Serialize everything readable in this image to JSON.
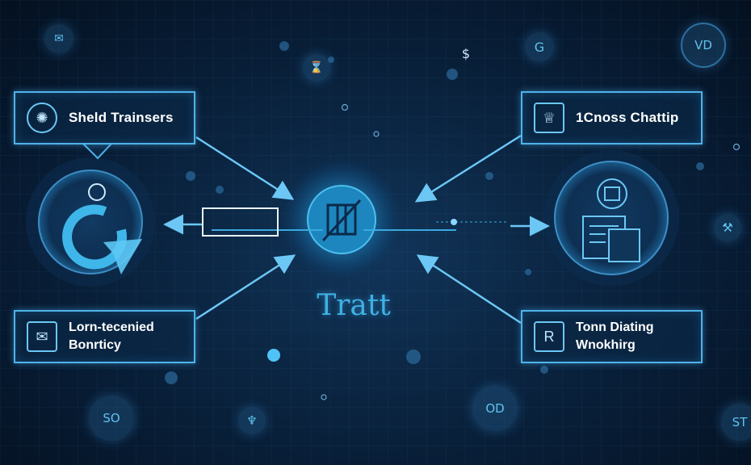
{
  "center": {
    "title": "Tratt"
  },
  "nodes": {
    "top_left": {
      "label": "Sheld Trainsers"
    },
    "bottom_left": {
      "line1": "Lorn-tecenied",
      "line2": "Bonrticy"
    },
    "top_right": {
      "label": "1Cnoss Chattip"
    },
    "bottom_right": {
      "line1": "Tonn Diating",
      "line2": "Wnokhirg"
    }
  },
  "floating": {
    "bottom_left_text": "SO",
    "bottom_mid_text": "OD",
    "top_right_text": "VD",
    "corner_text": "ST",
    "dollar": "$"
  },
  "colors": {
    "accent": "#4fb3ea",
    "title": "#3fb0e4",
    "background": "#071a31"
  }
}
